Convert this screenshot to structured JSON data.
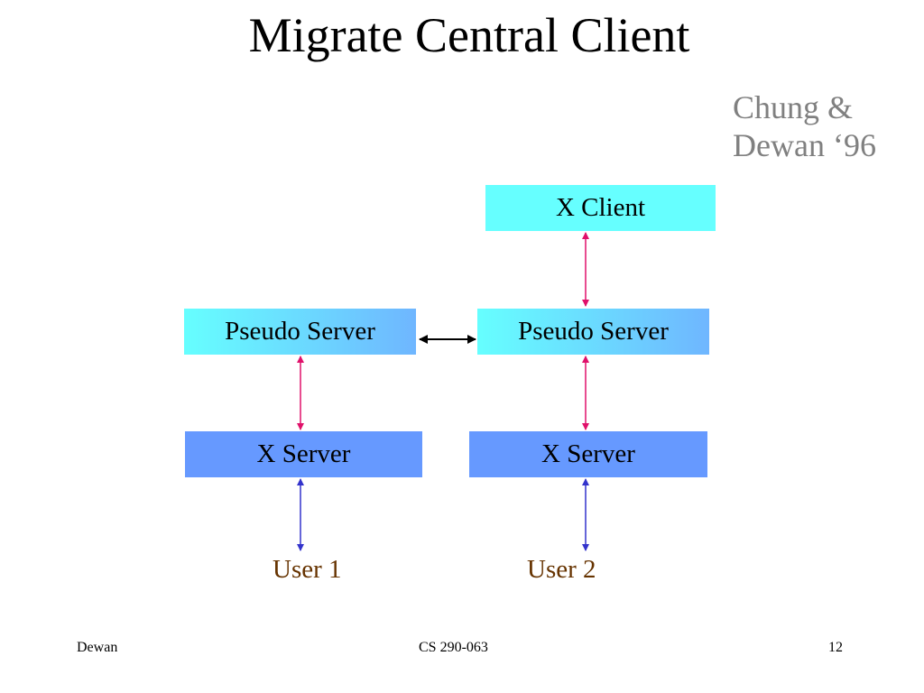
{
  "slide": {
    "title": "Migrate Central Client",
    "citation_line1": "Chung &",
    "citation_line2": "Dewan ‘96"
  },
  "diagram": {
    "x_client": "X Client",
    "pseudo_server_left": "Pseudo Server",
    "pseudo_server_right": "Pseudo Server",
    "x_server_left": "X Server",
    "x_server_right": "X Server",
    "user1": "User 1",
    "user2": "User 2"
  },
  "footer": {
    "left": "Dewan",
    "center": "CS 290-063",
    "right": "12"
  },
  "colors": {
    "x_client_fill": "#66ffff",
    "pseudo_gradient_start": "#66ffff",
    "pseudo_gradient_end": "#6fb6ff",
    "x_server_fill": "#6699ff",
    "protocol_arrow": "#e0106a",
    "user_arrow": "#3333cc",
    "peer_arrow": "#000000",
    "user_text": "#663300",
    "citation_text": "#808080"
  }
}
